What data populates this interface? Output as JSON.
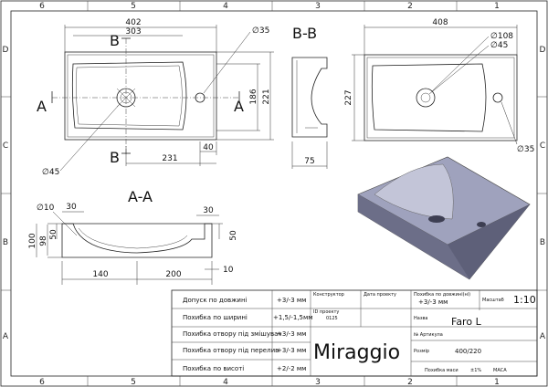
{
  "grid": {
    "columns": [
      "6",
      "5",
      "4",
      "3",
      "2",
      "1"
    ],
    "rows": [
      "D",
      "C",
      "B",
      "A"
    ]
  },
  "top_view": {
    "dims": {
      "width": "402",
      "inner_width": "303",
      "height_outer": "221",
      "height_inner": "186",
      "drain_x": "231",
      "tap_offset": "40",
      "drain_dia": "∅45",
      "tap_dia": "∅35"
    },
    "section_marks": {
      "b": "B",
      "a": "A"
    }
  },
  "section_bb": {
    "title": "B-B",
    "dims": {
      "depth": "75"
    }
  },
  "right_view": {
    "dims": {
      "width": "408",
      "height": "227",
      "dia_108": "∅108",
      "dia_45": "∅45",
      "dia_35": "∅35"
    }
  },
  "section_aa": {
    "title": "A-A",
    "dims": {
      "radius": "∅10",
      "t30_left": "30",
      "t30_right": "30",
      "h100": "100",
      "h98": "98",
      "h50_left": "50",
      "h50_right": "50",
      "w140": "140",
      "w200": "200",
      "w10": "10"
    }
  },
  "title_block": {
    "rows": [
      {
        "label": "Допуск по довжині",
        "value": "+3/-3 мм"
      },
      {
        "label": "Похибка по ширині",
        "value": "+1,5/-1,5мм"
      },
      {
        "label": "Похибка отвору під змішувач",
        "value": "+3/-3 мм"
      },
      {
        "label": "Похибка отвору під перелив",
        "value": "+3/-3 мм"
      },
      {
        "label": "Похибка по висоті",
        "value": "+2/-2 мм"
      }
    ],
    "designer_label": "Конструктор",
    "date_label": "Дата проекту",
    "project_id_label": "ID проекту",
    "project_id": "0125",
    "tolerance_label": "Похибка по довжині(ні)",
    "tolerance_value": "+3/-3 мм",
    "scale_label": "Масштаб",
    "scale": "1:10",
    "name_label": "Назва",
    "name": "Faro L",
    "article_label": "№ Артикула",
    "brand": "Miraggio",
    "size_label": "Розмір",
    "size": "400/220",
    "mass_tol_label": "Похибка маси",
    "mass_tol": "±1%",
    "mass_label": "МАСА"
  }
}
